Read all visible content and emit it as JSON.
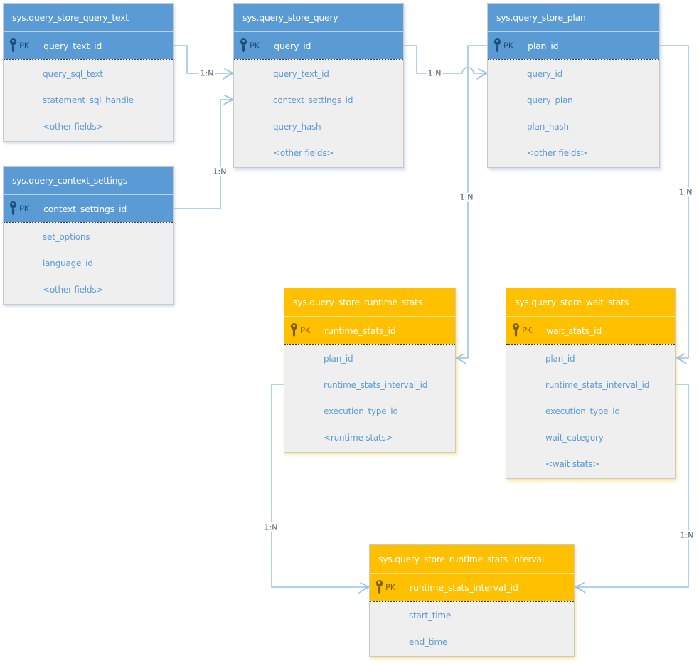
{
  "diagram": {
    "tables": [
      {
        "title": "sys.query_store_query_text",
        "pk_label": "PK",
        "pk": "query_text_id",
        "fields": [
          "query_sql_text",
          "statement_sql_handle",
          "<other fields>"
        ],
        "theme": "blue"
      },
      {
        "title": "sys.query_store_query",
        "pk_label": "PK",
        "pk": "query_id",
        "fields": [
          "query_text_id",
          "context_settings_id",
          "query_hash",
          "<other fields>"
        ],
        "theme": "blue"
      },
      {
        "title": "sys.query_store_plan",
        "pk_label": "PK",
        "pk": "plan_id",
        "fields": [
          "query_id",
          "query_plan",
          "plan_hash",
          "<other fields>"
        ],
        "theme": "blue"
      },
      {
        "title": "sys.query_context_settings",
        "pk_label": "PK",
        "pk": "context_settings_id",
        "fields": [
          "set_options",
          "language_id",
          "<other fields>"
        ],
        "theme": "blue"
      },
      {
        "title": "sys.query_store_runtime_stats",
        "pk_label": "PK",
        "pk": "runtime_stats_id",
        "fields": [
          "plan_id",
          "runtime_stats_interval_id",
          "execution_type_id",
          "<runtime stats>"
        ],
        "theme": "orange"
      },
      {
        "title": "sys.query_store_wait_stats",
        "pk_label": "PK",
        "pk": "wait_stats_id",
        "fields": [
          "plan_id",
          "runtime_stats_interval_id",
          "execution_type_id",
          "wait_category",
          "<wait stats>"
        ],
        "theme": "orange"
      },
      {
        "title": "sys.query_store_runtime_stats_interval",
        "pk_label": "PK",
        "pk": "runtime_stats_interval_id",
        "fields": [
          "start_time",
          "end_time"
        ],
        "theme": "orange"
      }
    ],
    "relationships": [
      {
        "label": "1:N",
        "from": "sys.query_store_query_text.query_text_id",
        "to": "sys.query_store_query.query_text_id"
      },
      {
        "label": "1:N",
        "from": "sys.query_context_settings.context_settings_id",
        "to": "sys.query_store_query.context_settings_id"
      },
      {
        "label": "1:N",
        "from": "sys.query_store_query.query_id",
        "to": "sys.query_store_plan.query_id"
      },
      {
        "label": "1:N",
        "from": "sys.query_store_plan.plan_id",
        "to": "sys.query_store_runtime_stats.plan_id"
      },
      {
        "label": "1:N",
        "from": "sys.query_store_plan.plan_id",
        "to": "sys.query_store_wait_stats.plan_id"
      },
      {
        "label": "1:N",
        "from": "sys.query_store_runtime_stats_interval.runtime_stats_interval_id",
        "to": "sys.query_store_runtime_stats.runtime_stats_interval_id"
      },
      {
        "label": "1:N",
        "from": "sys.query_store_runtime_stats_interval.runtime_stats_interval_id",
        "to": "sys.query_store_wait_stats.runtime_stats_interval_id"
      }
    ],
    "colors": {
      "entity_header_blue": "#5b9bd5",
      "entity_header_orange": "#ffc000",
      "field_text": "#5b9bd5",
      "body_background": "#efefef",
      "connector": "#9cc3e5",
      "cardinality_text": "#44546a"
    }
  }
}
